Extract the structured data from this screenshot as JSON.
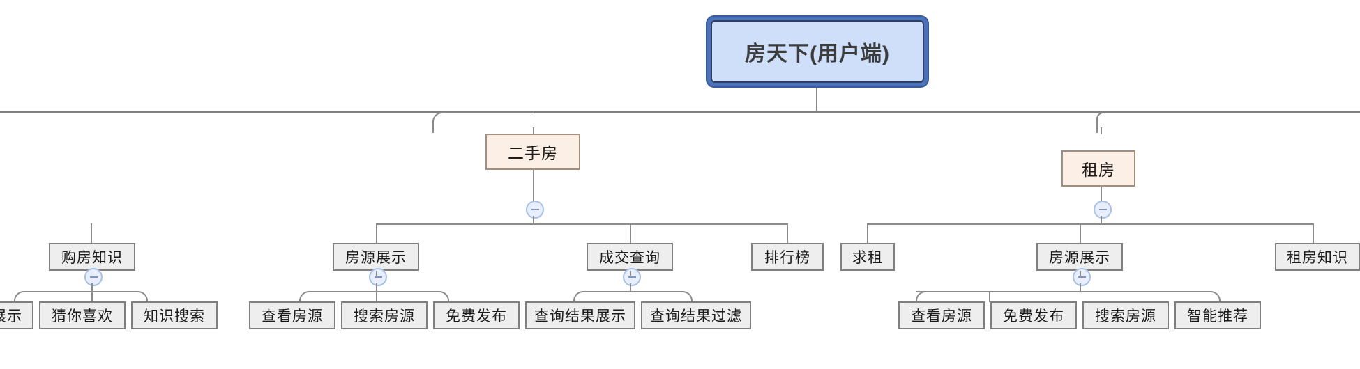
{
  "diagram": {
    "type": "mindmap-tree",
    "title": "房天下(用户端)",
    "colors": {
      "root_fill": "#cfdffa",
      "root_border": "#4a72b8",
      "level2_fill": "#fcf0e6",
      "level2_border": "#a08e7e",
      "node_fill": "#eeeeee",
      "node_border": "#7f7f7f",
      "connector": "#8a8a8a",
      "toggle_fill": "#e8eefb",
      "toggle_border": "#a8c0e8"
    },
    "toggle_icon": "collapse-minus-icon",
    "toggle_glyph": "−"
  },
  "root": {
    "label": "房天下(用户端)"
  },
  "nodes": {
    "n_gou_fang_zhi_shi": "购房知识",
    "n_zhan_shi": "展示",
    "n_cai_ni_xi_huan": "猜你喜欢",
    "n_zhi_shi_sou_suo": "知识搜索",
    "n_er_shou_fang": "二手房",
    "n_fang_yuan_zhan_shi_1": "房源展示",
    "n_cha_kan_fang_yuan_1": "查看房源",
    "n_sou_suo_fang_yuan_1": "搜索房源",
    "n_mian_fei_fa_bu_1": "免费发布",
    "n_cheng_jiao_cha_xun": "成交查询",
    "n_cha_xun_jie_guo_zhan_shi": "查询结果展示",
    "n_cha_xun_jie_guo_guo_lv": "查询结果过滤",
    "n_pai_hang_bang": "排行榜",
    "n_zu_fang": "租房",
    "n_qiu_zu": "求租",
    "n_fang_yuan_zhan_shi_2": "房源展示",
    "n_cha_kan_fang_yuan_2": "查看房源",
    "n_mian_fei_fa_bu_2": "免费发布",
    "n_sou_suo_fang_yuan_2": "搜索房源",
    "n_zhi_neng_tui_jian": "智能推荐",
    "n_zu_fang_zhi_shi": "租房知识"
  }
}
